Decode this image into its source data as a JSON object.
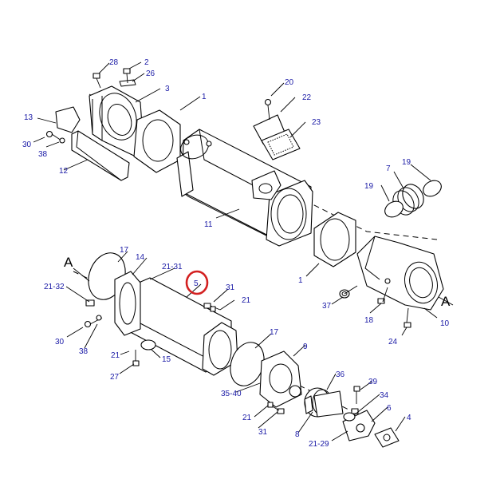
{
  "callouts": [
    {
      "id": "c28",
      "text": "28"
    },
    {
      "id": "c2",
      "text": "2"
    },
    {
      "id": "c26",
      "text": "26"
    },
    {
      "id": "c3",
      "text": "3"
    },
    {
      "id": "c1top",
      "text": "1"
    },
    {
      "id": "c13",
      "text": "13"
    },
    {
      "id": "c30top",
      "text": "30"
    },
    {
      "id": "c38top",
      "text": "38"
    },
    {
      "id": "c12",
      "text": "12"
    },
    {
      "id": "c20",
      "text": "20"
    },
    {
      "id": "c22",
      "text": "22"
    },
    {
      "id": "c23",
      "text": "23"
    },
    {
      "id": "c11",
      "text": "11"
    },
    {
      "id": "c7",
      "text": "7"
    },
    {
      "id": "c19a",
      "text": "19"
    },
    {
      "id": "c19b",
      "text": "19"
    },
    {
      "id": "c1mid",
      "text": "1"
    },
    {
      "id": "c37",
      "text": "37"
    },
    {
      "id": "c18",
      "text": "18"
    },
    {
      "id": "c10",
      "text": "10"
    },
    {
      "id": "c24",
      "text": "24"
    },
    {
      "id": "c17top",
      "text": "17"
    },
    {
      "id": "c14",
      "text": "14"
    },
    {
      "id": "c21_31",
      "text": "21-31"
    },
    {
      "id": "c5",
      "text": "5"
    },
    {
      "id": "c31mid",
      "text": "31"
    },
    {
      "id": "c21mid",
      "text": "21"
    },
    {
      "id": "c21_32",
      "text": "21-32"
    },
    {
      "id": "c30bot",
      "text": "30"
    },
    {
      "id": "c38bot",
      "text": "38"
    },
    {
      "id": "c21low",
      "text": "21"
    },
    {
      "id": "c15",
      "text": "15"
    },
    {
      "id": "c27",
      "text": "27"
    },
    {
      "id": "c17bot",
      "text": "17"
    },
    {
      "id": "c9",
      "text": "9"
    },
    {
      "id": "c35_40",
      "text": "35-40"
    },
    {
      "id": "c36",
      "text": "36"
    },
    {
      "id": "c21bot",
      "text": "21"
    },
    {
      "id": "c31bot",
      "text": "31"
    },
    {
      "id": "c8",
      "text": "8"
    },
    {
      "id": "c39",
      "text": "39"
    },
    {
      "id": "c34",
      "text": "34"
    },
    {
      "id": "c6",
      "text": "6"
    },
    {
      "id": "c4",
      "text": "4"
    },
    {
      "id": "c21_29",
      "text": "21-29"
    }
  ],
  "view_markers": [
    {
      "id": "mA_left",
      "text": "A"
    },
    {
      "id": "mA_right",
      "text": "A"
    }
  ],
  "highlight": {
    "callout": "5",
    "color": "#d32020"
  },
  "colors": {
    "callout_text": "#1a1aa6",
    "line": "#000000"
  }
}
